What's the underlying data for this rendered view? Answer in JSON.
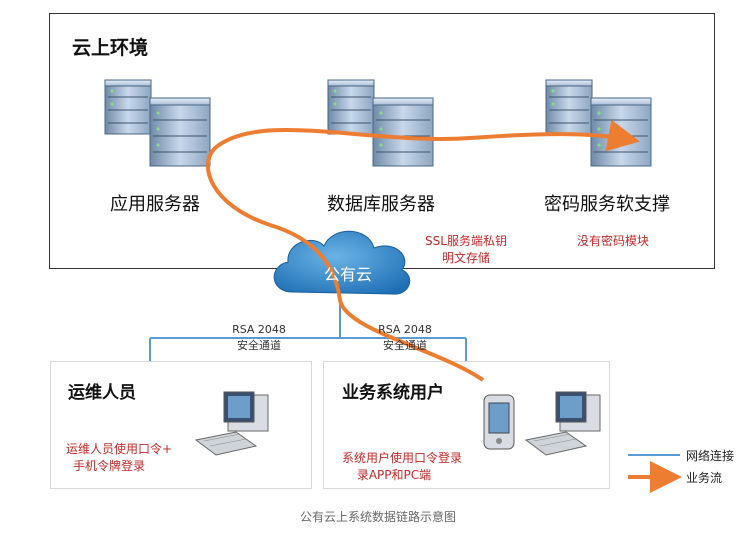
{
  "cloud_env": {
    "title": "云上环境",
    "servers": [
      {
        "label": "应用服务器"
      },
      {
        "label": "数据库服务器"
      },
      {
        "label": "密码服务软支撑"
      }
    ],
    "ssl_note_line1": "SSL服务端私钥",
    "ssl_note_line2": "明文存储",
    "no_crypto_note": "没有密码模块"
  },
  "public_cloud": {
    "label": "公有云"
  },
  "channels": [
    {
      "line1": "RSA 2048",
      "line2": "安全通道"
    },
    {
      "line1": "RSA 2048",
      "line2": "安全通道"
    }
  ],
  "ops_panel": {
    "title": "运维人员",
    "note_line1": "运维人员使用口令+",
    "note_line2": "手机令牌登录"
  },
  "user_panel": {
    "title": "业务系统用户",
    "note_line1": "系统用户使用口令登录",
    "note_line2": "录APP和PC端"
  },
  "legend": {
    "network": "网络连接",
    "business_flow": "业务流",
    "network_color": "#5b9bd5",
    "flow_color": "#ed7d31"
  },
  "caption": "公有云上系统数据链路示意图"
}
